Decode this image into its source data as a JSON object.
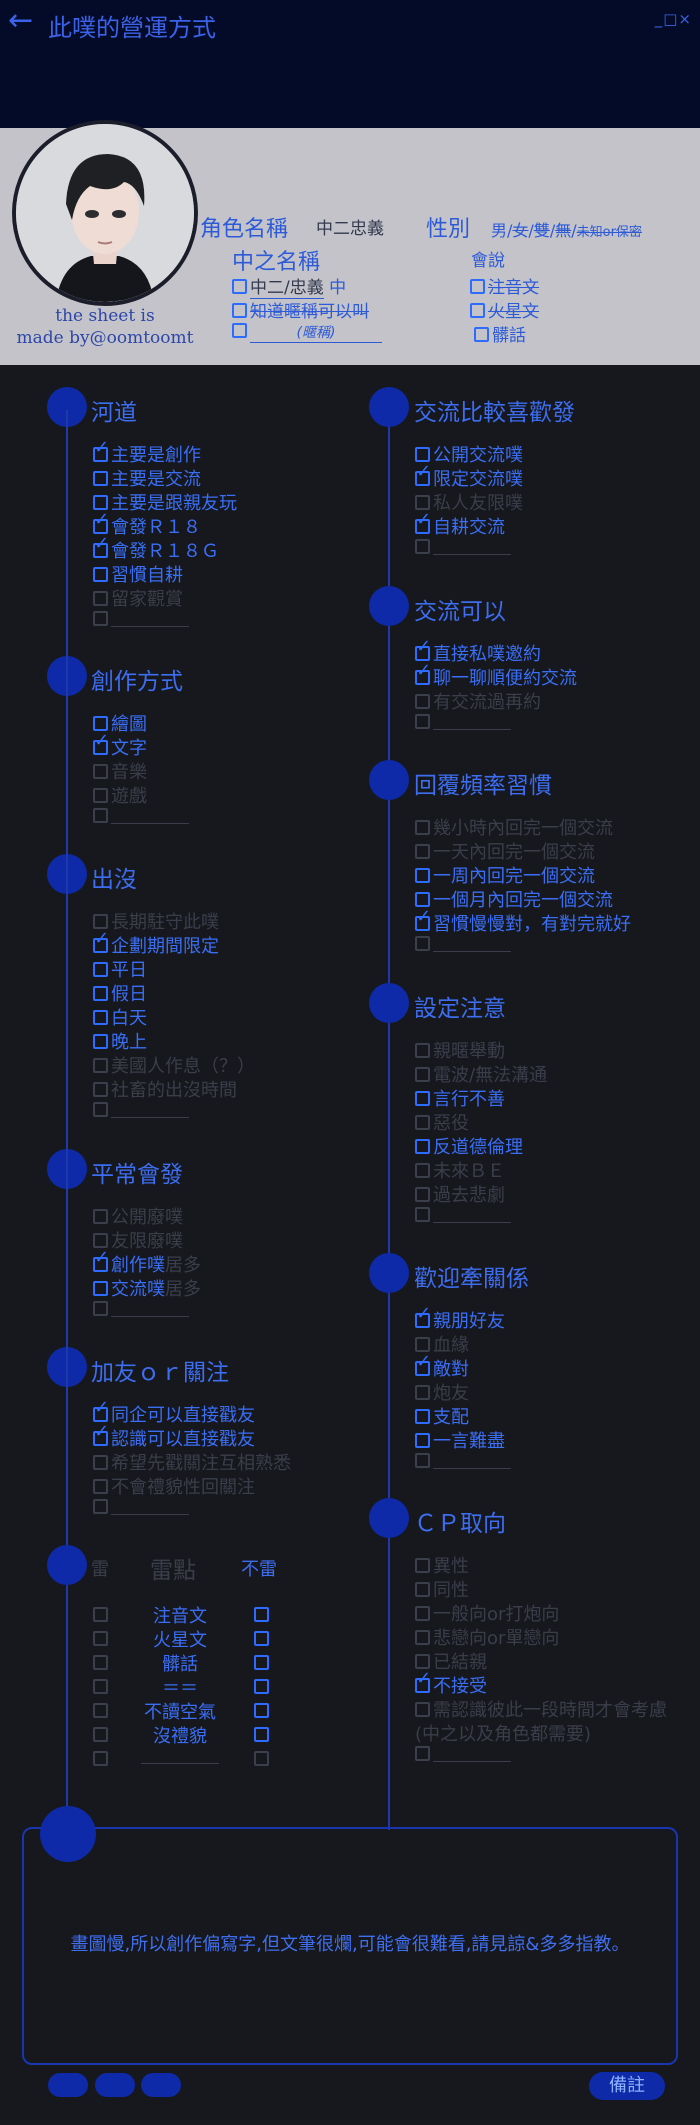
{
  "header": {
    "title": "此噗的營運方式",
    "back_icon": "←",
    "window_controls": "_□×"
  },
  "profile": {
    "credit": [
      "the sheet is",
      "made by@oomtoomt"
    ],
    "role_name_label": "角色名稱",
    "role_name_value": "中二忠義",
    "gender_label": "性別",
    "gender_options": [
      "男",
      "/",
      "女",
      "/",
      "雙",
      "/",
      "無",
      "/",
      "未知or保密"
    ],
    "player_name_label": "中之名稱",
    "player_opt1_prefix": "中二/忠義",
    "player_opt1_suffix": "中",
    "player_opt2": "知道暱稱可以叫",
    "player_opt3": "(暱稱)",
    "speaks_label": "會說",
    "speaks_opts": [
      "注音文",
      "火星文",
      "髒話"
    ]
  },
  "sections_left": [
    {
      "title": "河道",
      "items": [
        {
          "text": "主要是創作",
          "checked": true,
          "active": true
        },
        {
          "text": "主要是交流",
          "checked": false,
          "active": true
        },
        {
          "text": "主要是跟親友玩",
          "checked": false,
          "active": true
        },
        {
          "text": "會發Ｒ１８",
          "checked": true,
          "active": true
        },
        {
          "text": "會發Ｒ１８Ｇ",
          "checked": true,
          "active": true
        },
        {
          "text": "習慣自耕",
          "checked": false,
          "active": true
        },
        {
          "text": "留家觀賞",
          "checked": false,
          "active": false
        },
        {
          "text": "",
          "checked": false,
          "active": false
        }
      ]
    },
    {
      "title": "創作方式",
      "items": [
        {
          "text": "繪圖",
          "checked": false,
          "active": true
        },
        {
          "text": "文字",
          "checked": true,
          "active": true
        },
        {
          "text": "音樂",
          "checked": false,
          "active": false
        },
        {
          "text": "遊戲",
          "checked": false,
          "active": false
        },
        {
          "text": "",
          "checked": false,
          "active": false
        }
      ]
    },
    {
      "title": "出沒",
      "items": [
        {
          "text": "長期駐守此噗",
          "checked": false,
          "active": false
        },
        {
          "text": "企劃期間限定",
          "checked": true,
          "active": true
        },
        {
          "text": "平日",
          "checked": false,
          "active": true
        },
        {
          "text": "假日",
          "checked": false,
          "active": true
        },
        {
          "text": "白天",
          "checked": false,
          "active": true
        },
        {
          "text": "晚上",
          "checked": false,
          "active": true
        },
        {
          "text": "美國人作息（？）",
          "checked": false,
          "active": false
        },
        {
          "text": "社畜的出沒時間",
          "checked": false,
          "active": false
        },
        {
          "text": "",
          "checked": false,
          "active": false
        }
      ]
    },
    {
      "title": "平常會發",
      "items": [
        {
          "text": "公開廢噗",
          "checked": false,
          "active": false
        },
        {
          "text": "友限廢噗",
          "checked": false,
          "active": false
        },
        {
          "text": "創作噗",
          "suffix": "居多",
          "checked": true,
          "active": true
        },
        {
          "text": "交流噗",
          "suffix": "居多",
          "checked": false,
          "active": true
        },
        {
          "text": "",
          "checked": false,
          "active": false
        }
      ]
    },
    {
      "title": "加友ｏｒ關注",
      "items": [
        {
          "text": "同企可以直接戳友",
          "checked": true,
          "active": true
        },
        {
          "text": "認識可以直接戳友",
          "checked": true,
          "active": true
        },
        {
          "text": "希望先戳關注互相熟悉",
          "checked": false,
          "active": false
        },
        {
          "text": "不會禮貌性回關注",
          "checked": false,
          "active": false
        },
        {
          "text": "",
          "checked": false,
          "active": false
        }
      ]
    }
  ],
  "mines": {
    "label_left": "雷",
    "label_mid": "雷點",
    "label_right": "不雷",
    "rows": [
      "注音文",
      "火星文",
      "髒話",
      "＝＝",
      "不讀空氣",
      "沒禮貌",
      ""
    ]
  },
  "sections_right": [
    {
      "title": "交流比較喜歡發",
      "items": [
        {
          "text": "公開交流噗",
          "checked": false,
          "active": true
        },
        {
          "text": "限定交流噗",
          "checked": true,
          "active": true
        },
        {
          "text": "私人友限噗",
          "checked": false,
          "active": false
        },
        {
          "text": "自耕交流",
          "checked": true,
          "active": true
        },
        {
          "text": "",
          "checked": false,
          "active": false
        }
      ]
    },
    {
      "title": "交流可以",
      "items": [
        {
          "text": "直接私噗邀約",
          "checked": true,
          "active": true
        },
        {
          "text": "聊一聊順便約交流",
          "checked": true,
          "active": true
        },
        {
          "text": "有交流過再約",
          "checked": false,
          "active": false
        },
        {
          "text": "",
          "checked": false,
          "active": false
        }
      ]
    },
    {
      "title": "回覆頻率習慣",
      "items": [
        {
          "text": "幾小時內回完一個交流",
          "checked": false,
          "active": false
        },
        {
          "text": "一天內回完一個交流",
          "checked": false,
          "active": false
        },
        {
          "text": "一周內回完一個交流",
          "checked": false,
          "active": true
        },
        {
          "text": "一個月內回完一個交流",
          "checked": false,
          "active": true
        },
        {
          "text": "習慣慢慢對，有對完就好",
          "checked": true,
          "active": true
        },
        {
          "text": "",
          "checked": false,
          "active": false
        }
      ]
    },
    {
      "title": "設定注意",
      "items": [
        {
          "text": "親暱舉動",
          "checked": false,
          "active": false
        },
        {
          "text": "電波/無法溝通",
          "checked": false,
          "active": false
        },
        {
          "text": "言行不善",
          "checked": false,
          "active": true
        },
        {
          "text": "惡役",
          "checked": false,
          "active": false
        },
        {
          "text": "反道德倫理",
          "checked": false,
          "active": true
        },
        {
          "text": "未來ＢＥ",
          "checked": false,
          "active": false
        },
        {
          "text": "過去悲劇",
          "checked": false,
          "active": false
        },
        {
          "text": "",
          "checked": false,
          "active": false
        }
      ]
    },
    {
      "title": "歡迎牽關係",
      "items": [
        {
          "text": "親朋好友",
          "checked": true,
          "active": true
        },
        {
          "text": "血緣",
          "checked": false,
          "active": false
        },
        {
          "text": "敵對",
          "checked": true,
          "active": true
        },
        {
          "text": "炮友",
          "checked": false,
          "active": false
        },
        {
          "text": "支配",
          "checked": false,
          "active": true
        },
        {
          "text": "一言難盡",
          "checked": false,
          "active": true
        },
        {
          "text": "",
          "checked": false,
          "active": false
        }
      ]
    },
    {
      "title": "ＣＰ取向",
      "items": [
        {
          "text": "異性",
          "checked": false,
          "active": false
        },
        {
          "text": "同性",
          "checked": false,
          "active": false
        },
        {
          "text": "一般向or打炮向",
          "checked": false,
          "active": false
        },
        {
          "text": "悲戀向or單戀向",
          "checked": false,
          "active": false
        },
        {
          "text": "已結親",
          "checked": false,
          "active": false
        },
        {
          "text": "不接受",
          "checked": true,
          "active": true
        },
        {
          "text": "需認識彼此一段時間才會考慮",
          "checked": false,
          "active": false
        },
        {
          "text": "(中之以及角色都需要)",
          "checked": false,
          "active": false,
          "nobox": true
        },
        {
          "text": "",
          "checked": false,
          "active": false
        }
      ]
    }
  ],
  "memo": {
    "text": "畫圖慢,所以創作偏寫字,但文筆很爛,可能會很難看,請見諒&多多指教。",
    "button": "備註"
  }
}
